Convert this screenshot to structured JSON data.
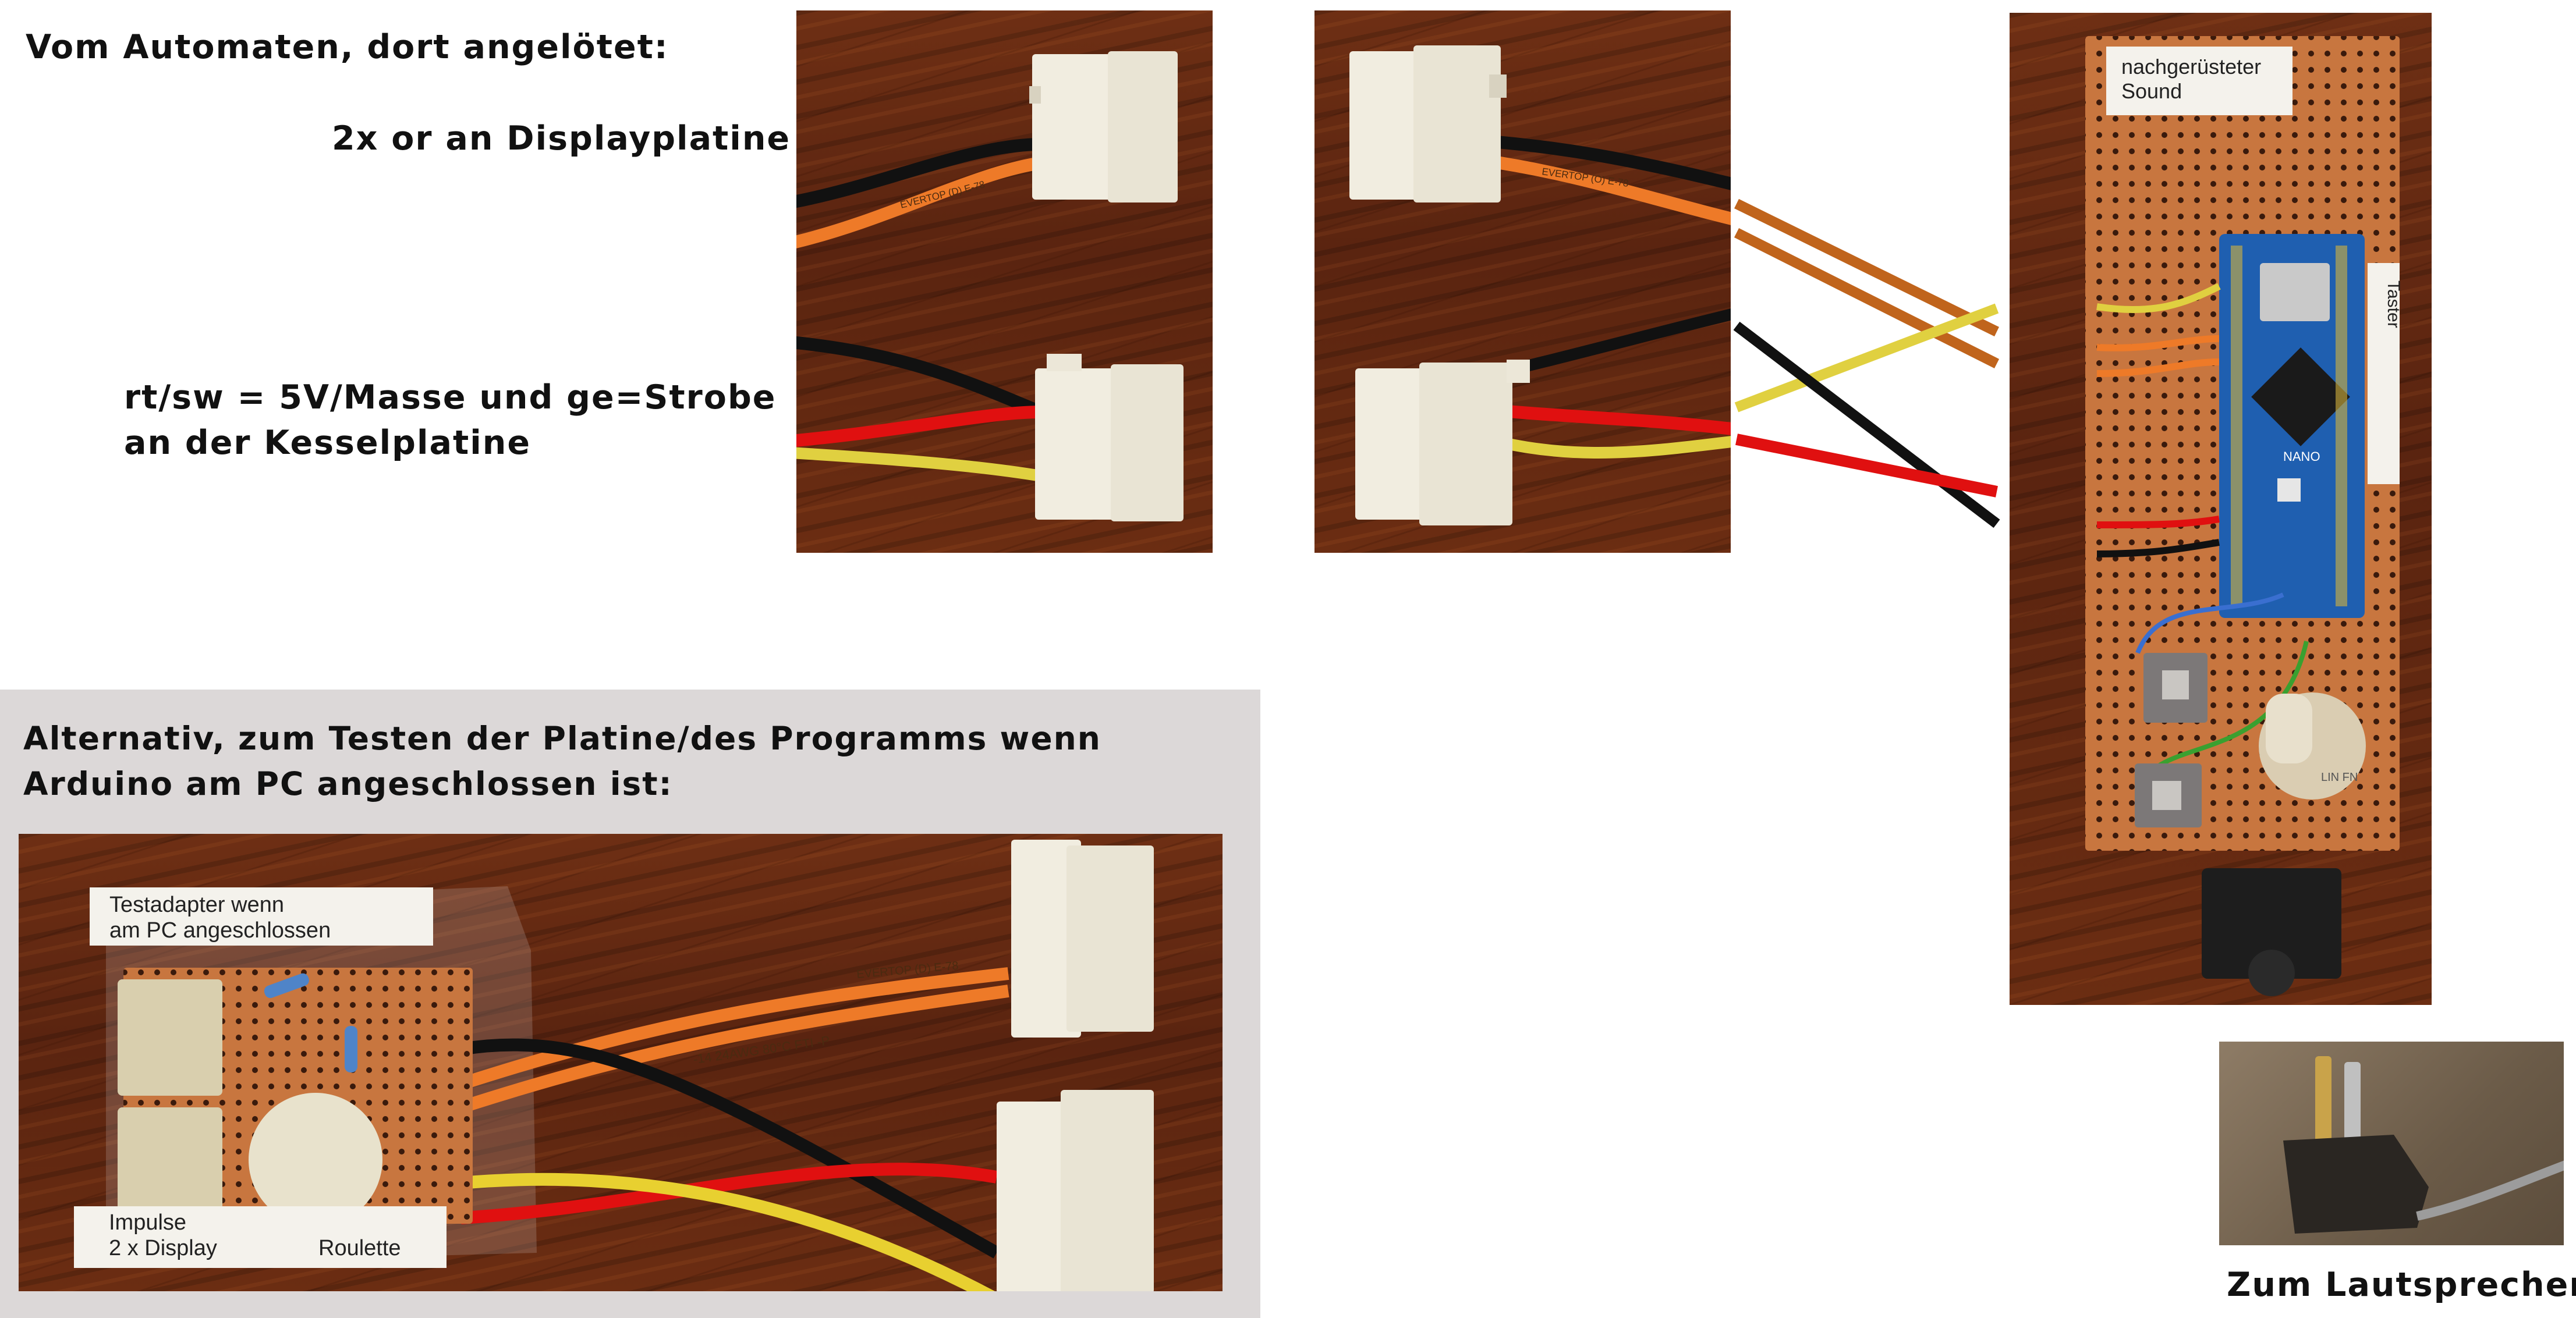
{
  "labels": {
    "from_machine": "Vom Automaten, dort angelötet:",
    "display_board": "2x or an Displayplatine",
    "kessel_line1": "rt/sw =  5V/Masse und ge=Strobe",
    "kessel_line2": "an der Kesselplatine",
    "alt_line1": "Alternativ, zum Testen der Platine/des Programms wenn",
    "alt_line2": "Arduino am PC angeschlossen ist:",
    "speaker": "Zum Lautsprecher"
  },
  "photo_tags": {
    "sound_line1": "nachgerüsteter",
    "sound_line2": "Sound",
    "taster": "Taster",
    "nano": "NANO",
    "test_line1": "Testadapter wenn",
    "test_line2": "am PC angeschlossen",
    "impulse": "Impulse",
    "display": "2 x Display",
    "roulette": "Roulette",
    "cable_print": "EVERTOP (D) E-78",
    "cable_print2": "EVERTOP (O) E-78",
    "awg_print": "-14 24AWG 80°C FTI -P"
  },
  "colors": {
    "wire_orange_dark": "#c0641c",
    "wire_orange": "#ee7a28",
    "wire_yellow": "#e0d040",
    "wire_black": "#111111",
    "wire_red": "#e01010",
    "wood": "#5e2611",
    "board": "#c8763f",
    "connector": "#f1ede0"
  }
}
